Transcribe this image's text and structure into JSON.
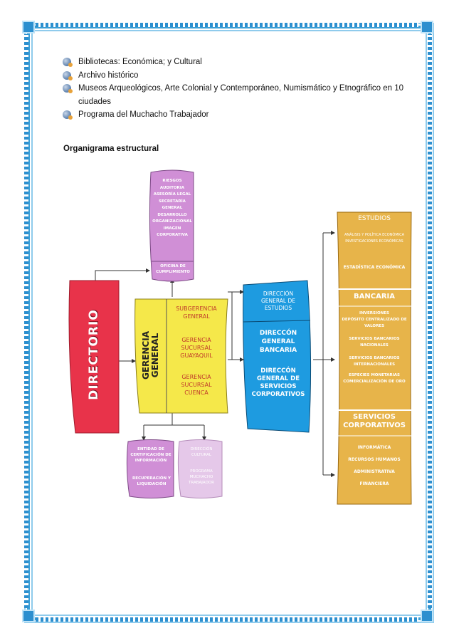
{
  "bullets": [
    "Bibliotecas: Económica; y Cultural",
    "Archivo histórico",
    "Museos Arqueológicos, Arte Colonial y Contemporáneo, Numismático y Etnográfico en 10 ciudades",
    "Programa del Muchacho Trabajador"
  ],
  "section_title": "Organigrama estructural",
  "org": {
    "directorio": "DIRECTORIO",
    "gerencia_general": "GERENCIA GENERAL",
    "staff_top": [
      "RIESGOS",
      "AUDITORIA",
      "ASESORÍA LEGAL",
      "SECRETARÍA",
      "GENERAL",
      "DESARROLLO",
      "ORGANIZACIONAL",
      "IMAGEN",
      "CORPORATIVA"
    ],
    "oficina_cumplimiento": "OFICINA DE CUMPLIMIENTO",
    "sub_units": [
      "SUBGERENCIA GENERAL",
      "GERENCIA SUCURSAL GUAYAQUIL",
      "GERENCIA SUCURSAL CUENCA"
    ],
    "bottom_left": [
      "ENTIDAD DE CERTIFICACIÓN DE INFORMACIÓN",
      "RECUPERACIÓN Y LIQUIDACIÓN"
    ],
    "bottom_right": [
      "DIRECCIÓN CULTURAL",
      "PROGRAMA MUCHACHO TRABAJADOR"
    ],
    "direcciones": [
      "DIRECCIÓN GENERAL DE ESTUDIOS",
      "DIRECCÓN GENERAL BANCARIA",
      "DIRECCÓN GENERAL DE SERVICIOS CORPORATIVOS"
    ],
    "estudios_title": "ESTUDIOS",
    "estudios_items": [
      "ANÁLISIS Y POLÍTICA ECONÓMICA",
      "INVESTIGACIONES ECONÓMICAS",
      "ESTADÍSTICA ECONÓMICA"
    ],
    "bancaria_title": "BANCARIA",
    "bancaria_items": [
      "INVERSIONES",
      "DEPÓSITO CENTRALIZADO DE VALORES",
      "SERVICIOS BANCARIOS NACIONALES",
      "SERVICIOS BANCARIOS INTERNACIONALES",
      "ESPECIES MONETARIAS",
      "COMERCIALIZACIÓN DE ORO"
    ],
    "servicios_title": "SERVICIOS CORPORATIVOS",
    "servicios_items": [
      "INFORMÁTICA",
      "RECURSOS HUMANOS",
      "ADMINISTRATIVA",
      "FINANCIERA"
    ]
  },
  "colors": {
    "frame": "#3b9fd6",
    "directorio": "#e8334a",
    "gerencia": "#f5e84a",
    "staff": "#d08fd6",
    "direcciones": "#1e9be0",
    "dependencias": "#e7b44a"
  }
}
